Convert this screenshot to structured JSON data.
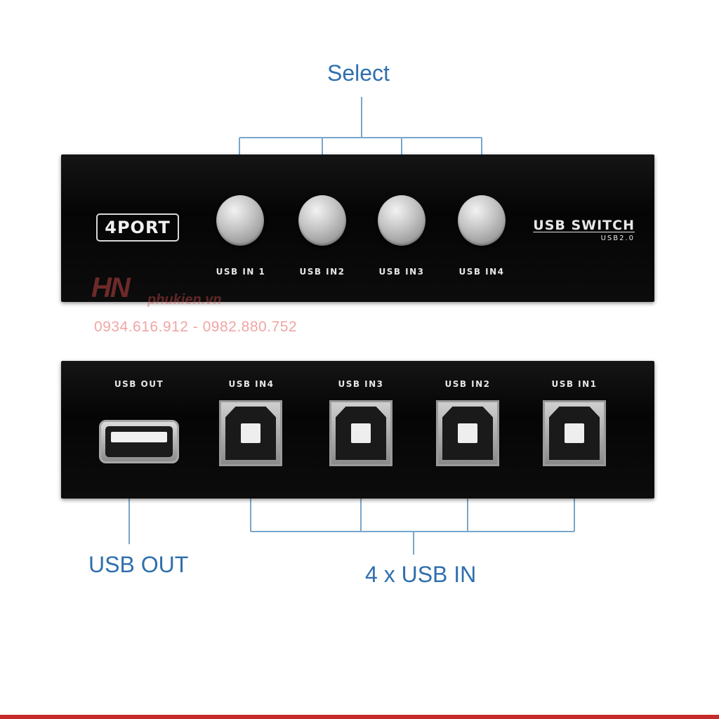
{
  "callouts": {
    "select": "Select",
    "usb_out": "USB OUT",
    "usb_in": "4 x USB IN"
  },
  "front_panel": {
    "port_badge": "4PORT",
    "buttons": [
      {
        "label": "USB IN 1"
      },
      {
        "label": "USB IN2"
      },
      {
        "label": "USB IN3"
      },
      {
        "label": "USB IN4"
      }
    ],
    "brand_title": "USB SWITCH",
    "brand_sub": "USB2.0"
  },
  "back_panel": {
    "out_label": "USB OUT",
    "ports": [
      {
        "label": "USB IN4"
      },
      {
        "label": "USB IN3"
      },
      {
        "label": "USB IN2"
      },
      {
        "label": "USB IN1"
      }
    ]
  },
  "watermark": {
    "logo": "HN",
    "site": "phukien.vn",
    "phones": "0934.616.912 - 0982.880.752"
  },
  "colors": {
    "callout": "#2f6fad",
    "leader_line": "#7aa6c9",
    "watermark": "#e65050",
    "bottom_rule": "#c62b2b"
  }
}
